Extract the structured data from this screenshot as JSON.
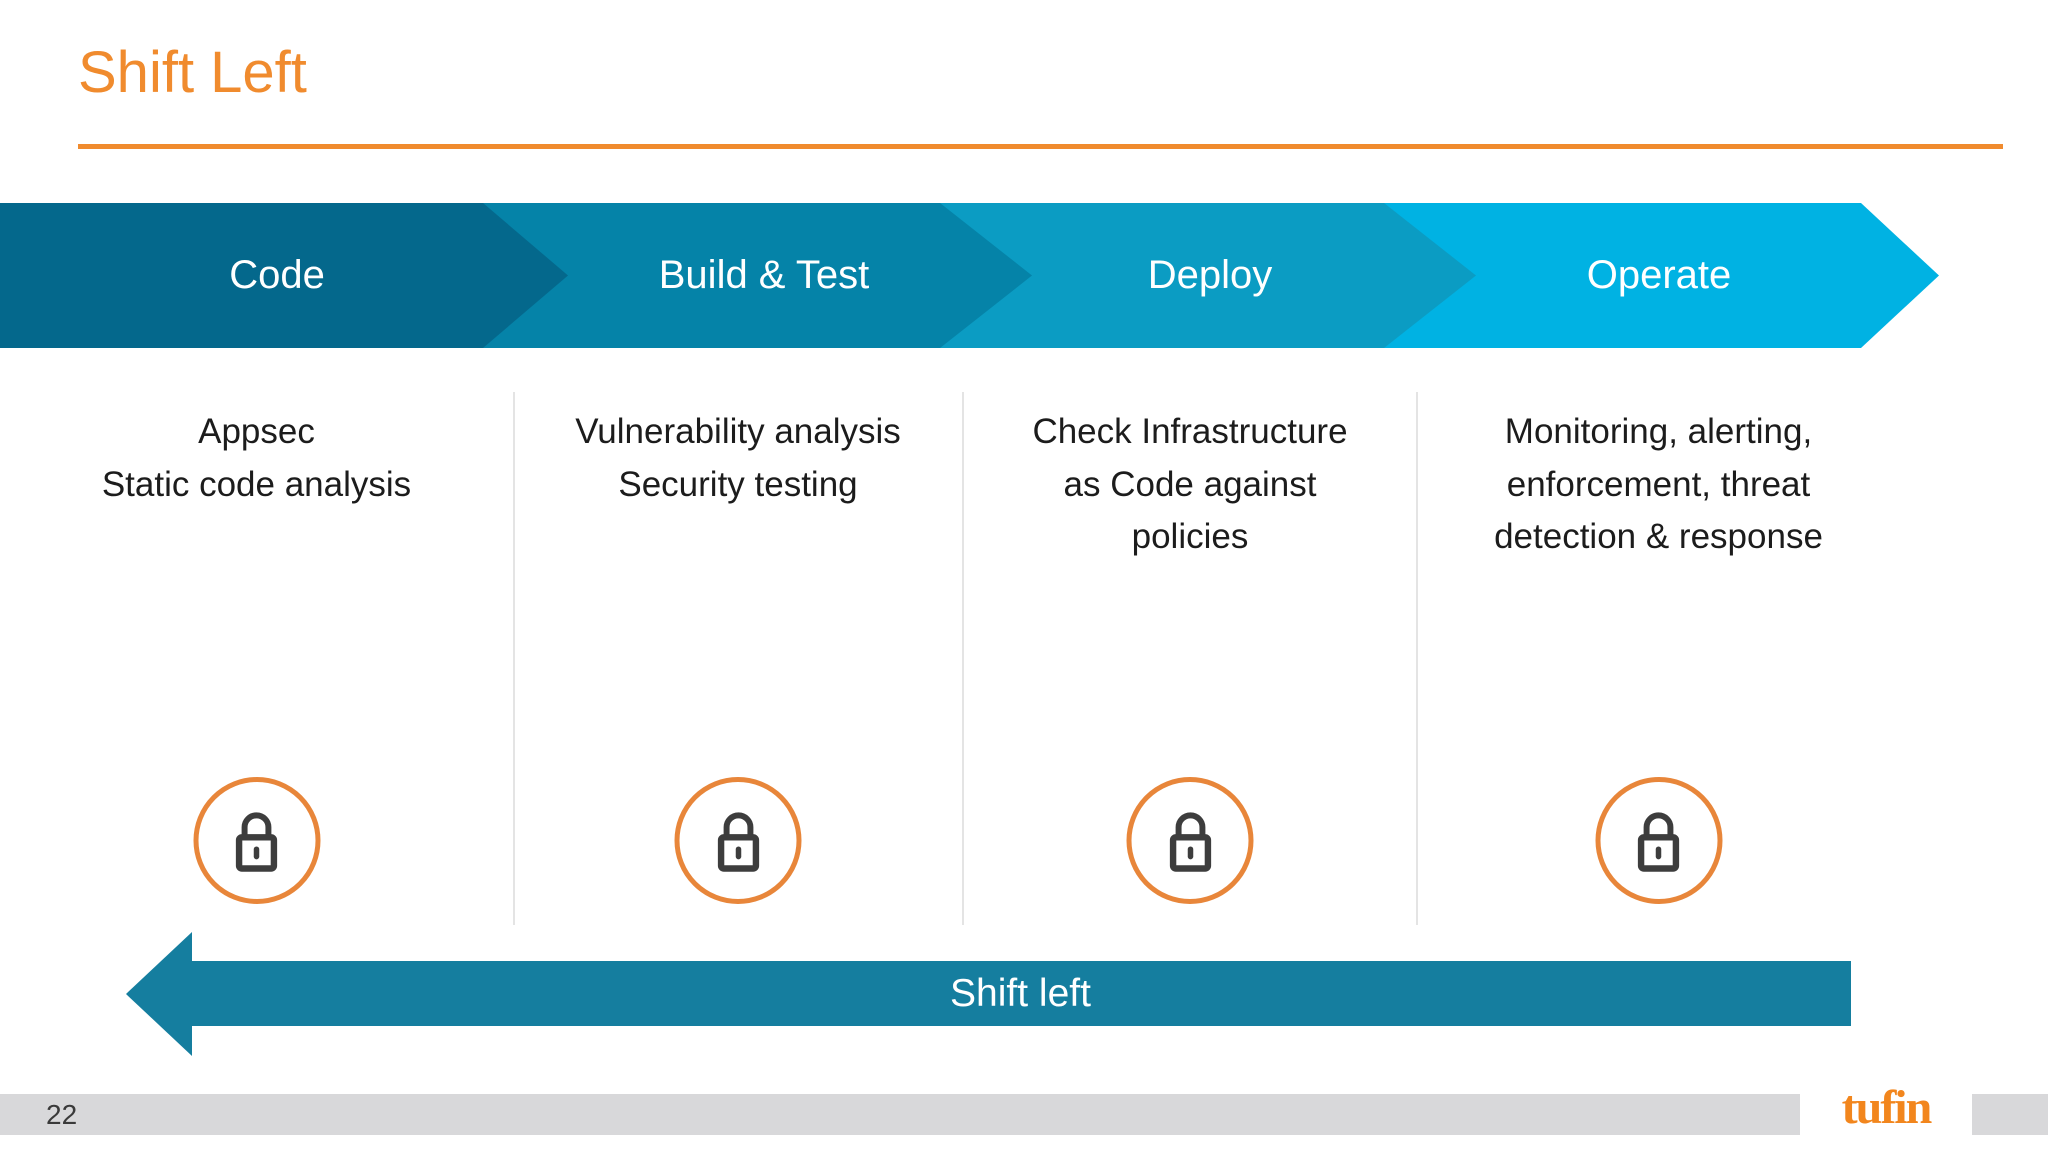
{
  "slide": {
    "title": "Shift Left",
    "page_number": "22",
    "footer_logo": "tufin"
  },
  "pipeline": {
    "stages": [
      {
        "label": "Code",
        "color": "#04688C",
        "description": "Appsec\nStatic code analysis",
        "icon": "lock"
      },
      {
        "label": "Build & Test",
        "color": "#0583A8",
        "description": "Vulnerability analysis\nSecurity testing",
        "icon": "lock"
      },
      {
        "label": "Deploy",
        "color": "#0B9CC3",
        "description": "Check Infrastructure\nas Code against\npolicies",
        "icon": "lock"
      },
      {
        "label": "Operate",
        "color": "#00B2E3",
        "description": "Monitoring, alerting,\nenforcement, threat\ndetection & response",
        "icon": "lock"
      }
    ]
  },
  "shift_arrow": {
    "label": "Shift left",
    "color": "#157E9F"
  },
  "theme": {
    "accent_orange": "#F08B2E",
    "lock_ring": "#E8863A",
    "lock_glyph": "#3D3D3D",
    "footer_bar": "#D8D8DA"
  }
}
